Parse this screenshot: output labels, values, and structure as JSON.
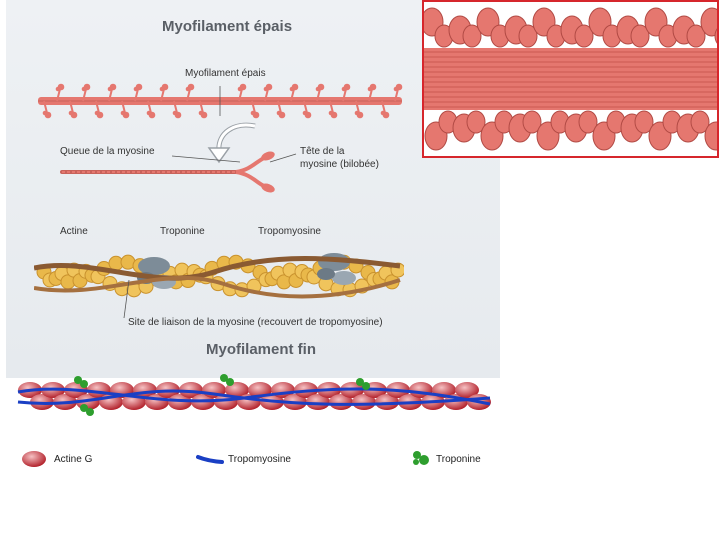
{
  "top_figure": {
    "title_thick": "Myofilament épais",
    "label_thick": "Myofilament épais",
    "label_tail": "Queue de la myosine",
    "label_head_line1": "Tête de la",
    "label_head_line2": "myosine (bilobée)",
    "label_actin": "Actine",
    "label_troponin": "Troponine",
    "label_tropomyosin": "Tropomyosine",
    "label_site": "Site de liaison de la myosine (recouvert de tropomyosine)",
    "title_thin": "Myofilament fin"
  },
  "legend": {
    "actin": "Actine G",
    "tropomyosin": "Tropomyosine",
    "troponin": "Troponine"
  },
  "colors": {
    "myosin": "#e5776f",
    "actin_bead": "#e9b84a",
    "tropomyosin_rope": "#8a5a32",
    "troponin_gray": "#7d8c98",
    "actin_red": "#c8323a",
    "tropo_blue": "#1a3fc4",
    "tropo_green": "#2e9e2e",
    "zoom_border": "#d6262c"
  }
}
